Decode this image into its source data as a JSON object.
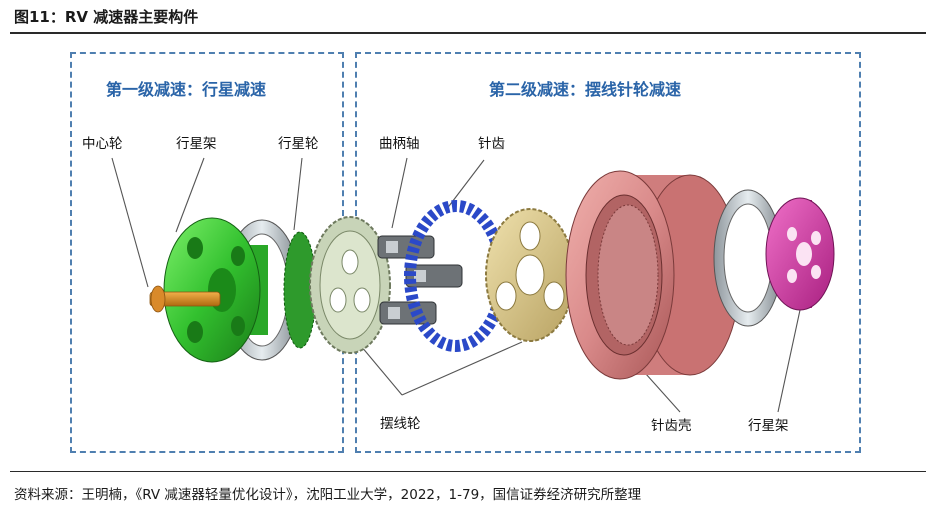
{
  "figure_title": "图11：RV 减速器主要构件",
  "stage1_title": "第一级减速：行星减速",
  "stage2_title": "第二级减速：摆线针轮减速",
  "labels": {
    "sun_gear": "中心轮",
    "planet_carrier_1": "行星架",
    "planet_gear": "行星轮",
    "crankshaft": "曲柄轴",
    "pin_teeth": "针齿",
    "cycloid_gear": "摆线轮",
    "pin_housing": "针齿壳",
    "planet_carrier_2": "行星架"
  },
  "source": "资料来源：王明楠，《RV 减速器轻量优化设计》，沈阳工业大学，2022，1-79，国信证券经济研究所整理",
  "colors": {
    "accent_blue": "#2a64a8",
    "dashed_border": "#4f7fb0",
    "green_part": "#3cc83a",
    "pin_blue": "#2b49c8",
    "cycloid_tan": "#d8c68a",
    "housing_pink": "#d98a8a",
    "carrier_magenta": "#d838a8"
  }
}
